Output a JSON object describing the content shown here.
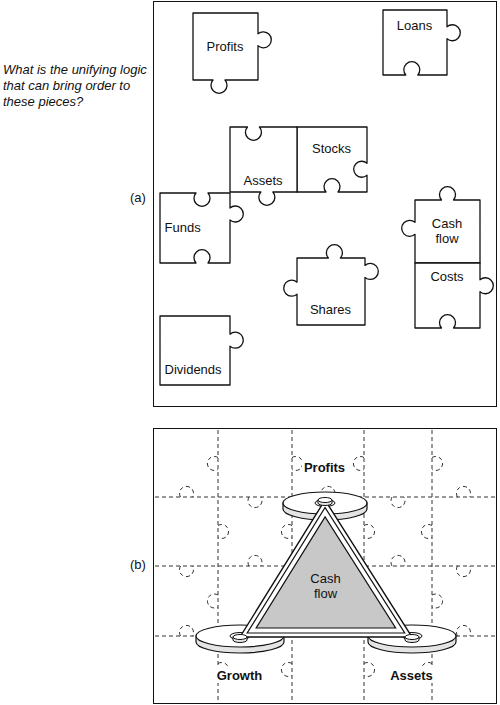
{
  "diagram": {
    "nodes": [
      {
        "text": [
          "(a)"
        ]
      },
      {
        "text": [
          "Profits"
        ],
        "in": 0
      },
      {
        "text": [
          "Loans"
        ],
        "in": 0
      },
      {
        "text": [
          "Stocks"
        ],
        "in": 0
      },
      {
        "text": [
          "Assets"
        ],
        "in": 0
      },
      {
        "text": [
          "Cash flow"
        ],
        "in": 0
      },
      {
        "text": [
          "Funds"
        ],
        "in": 0
      },
      {
        "text": [
          "Costs"
        ],
        "in": 0
      },
      {
        "text": [
          "Shares"
        ],
        "in": 0
      },
      {
        "text": [
          "Dividends"
        ],
        "in": 0
      },
      {
        "text": [
          "(b)"
        ]
      },
      {
        "text": [
          "Profits"
        ],
        "in": 10
      },
      {
        "text": [
          "Cash flow"
        ],
        "in": 10
      },
      {
        "text": [
          "Growth"
        ],
        "in": 10
      },
      {
        "text": [
          "Assets"
        ],
        "in": 10
      }
    ],
    "labels": [
      "What is the unifying logic that can bring order to these pieces?"
    ]
  }
}
